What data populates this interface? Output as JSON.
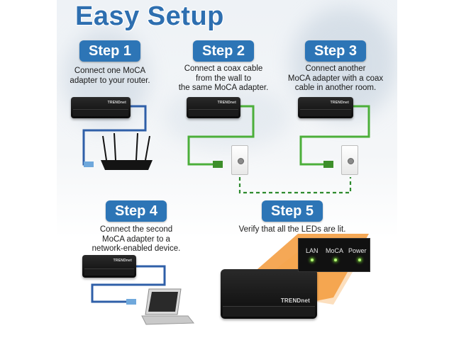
{
  "title": "Easy Setup",
  "steps": [
    {
      "label": "Step 1",
      "text": "Connect one MoCA\nadapter to your router."
    },
    {
      "label": "Step 2",
      "text": "Connect a coax cable\nfrom the wall to\nthe same MoCA adapter."
    },
    {
      "label": "Step 3",
      "text": "Connect another\nMoCA adapter with a coax\ncable in another room."
    },
    {
      "label": "Step 4",
      "text": "Connect the second\nMoCA adapter to a\nnetwork-enabled device."
    },
    {
      "label": "Step 5",
      "text": "Verify that all the LEDs are lit."
    }
  ],
  "leds": {
    "lan": "LAN",
    "moca": "MoCA",
    "power": "Power"
  },
  "brand": "TRENDnet",
  "colors": {
    "accent": "#2d75b6",
    "ethernet": "#2f5fa8",
    "coax": "#4caf3a",
    "led": "#b9ff7a"
  }
}
